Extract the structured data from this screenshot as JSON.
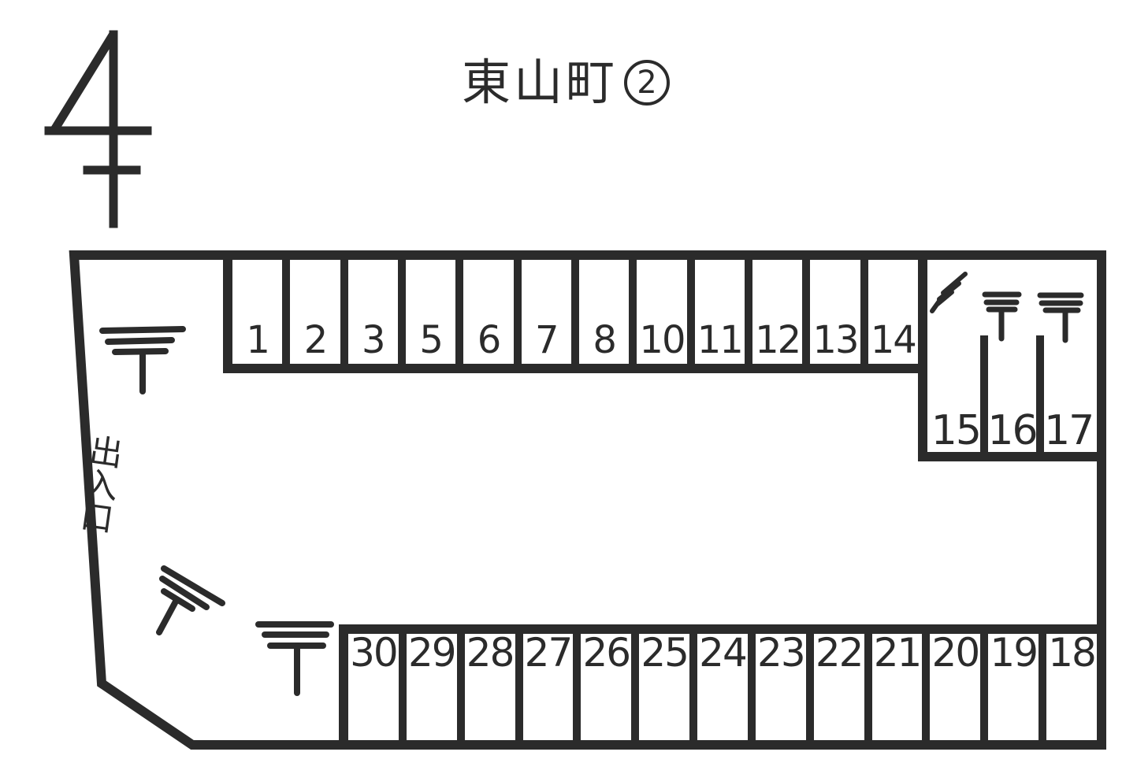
{
  "title": {
    "text": "東山町",
    "circled_number": "2"
  },
  "entrance_label": "出入口",
  "colors": {
    "ink": "#2b2b2b",
    "paper": "#ffffff"
  },
  "lot": {
    "top_row": {
      "spaces": [
        "1",
        "2",
        "3",
        "5",
        "6",
        "7",
        "8",
        "10",
        "11",
        "12",
        "13",
        "14"
      ]
    },
    "right_section": {
      "spaces": [
        "15",
        "16",
        "17"
      ]
    },
    "bottom_row": {
      "spaces": [
        "30",
        "29",
        "28",
        "27",
        "26",
        "25",
        "24",
        "23",
        "22",
        "21",
        "20",
        "19",
        "18"
      ]
    }
  },
  "symbols": {
    "north_arrow": "north-arrow-icon",
    "utility_poles": [
      {
        "id": "utility-pole-upper-left",
        "rotation": "upright"
      },
      {
        "id": "utility-pole-lower-left",
        "rotation": "tilted"
      },
      {
        "id": "utility-pole-near-space-30",
        "rotation": "upright"
      },
      {
        "id": "utility-pole-right-corner",
        "rotation": "tilted"
      },
      {
        "id": "utility-pole-above-space-16",
        "rotation": "upright"
      },
      {
        "id": "utility-pole-above-space-17",
        "rotation": "upright"
      }
    ]
  }
}
